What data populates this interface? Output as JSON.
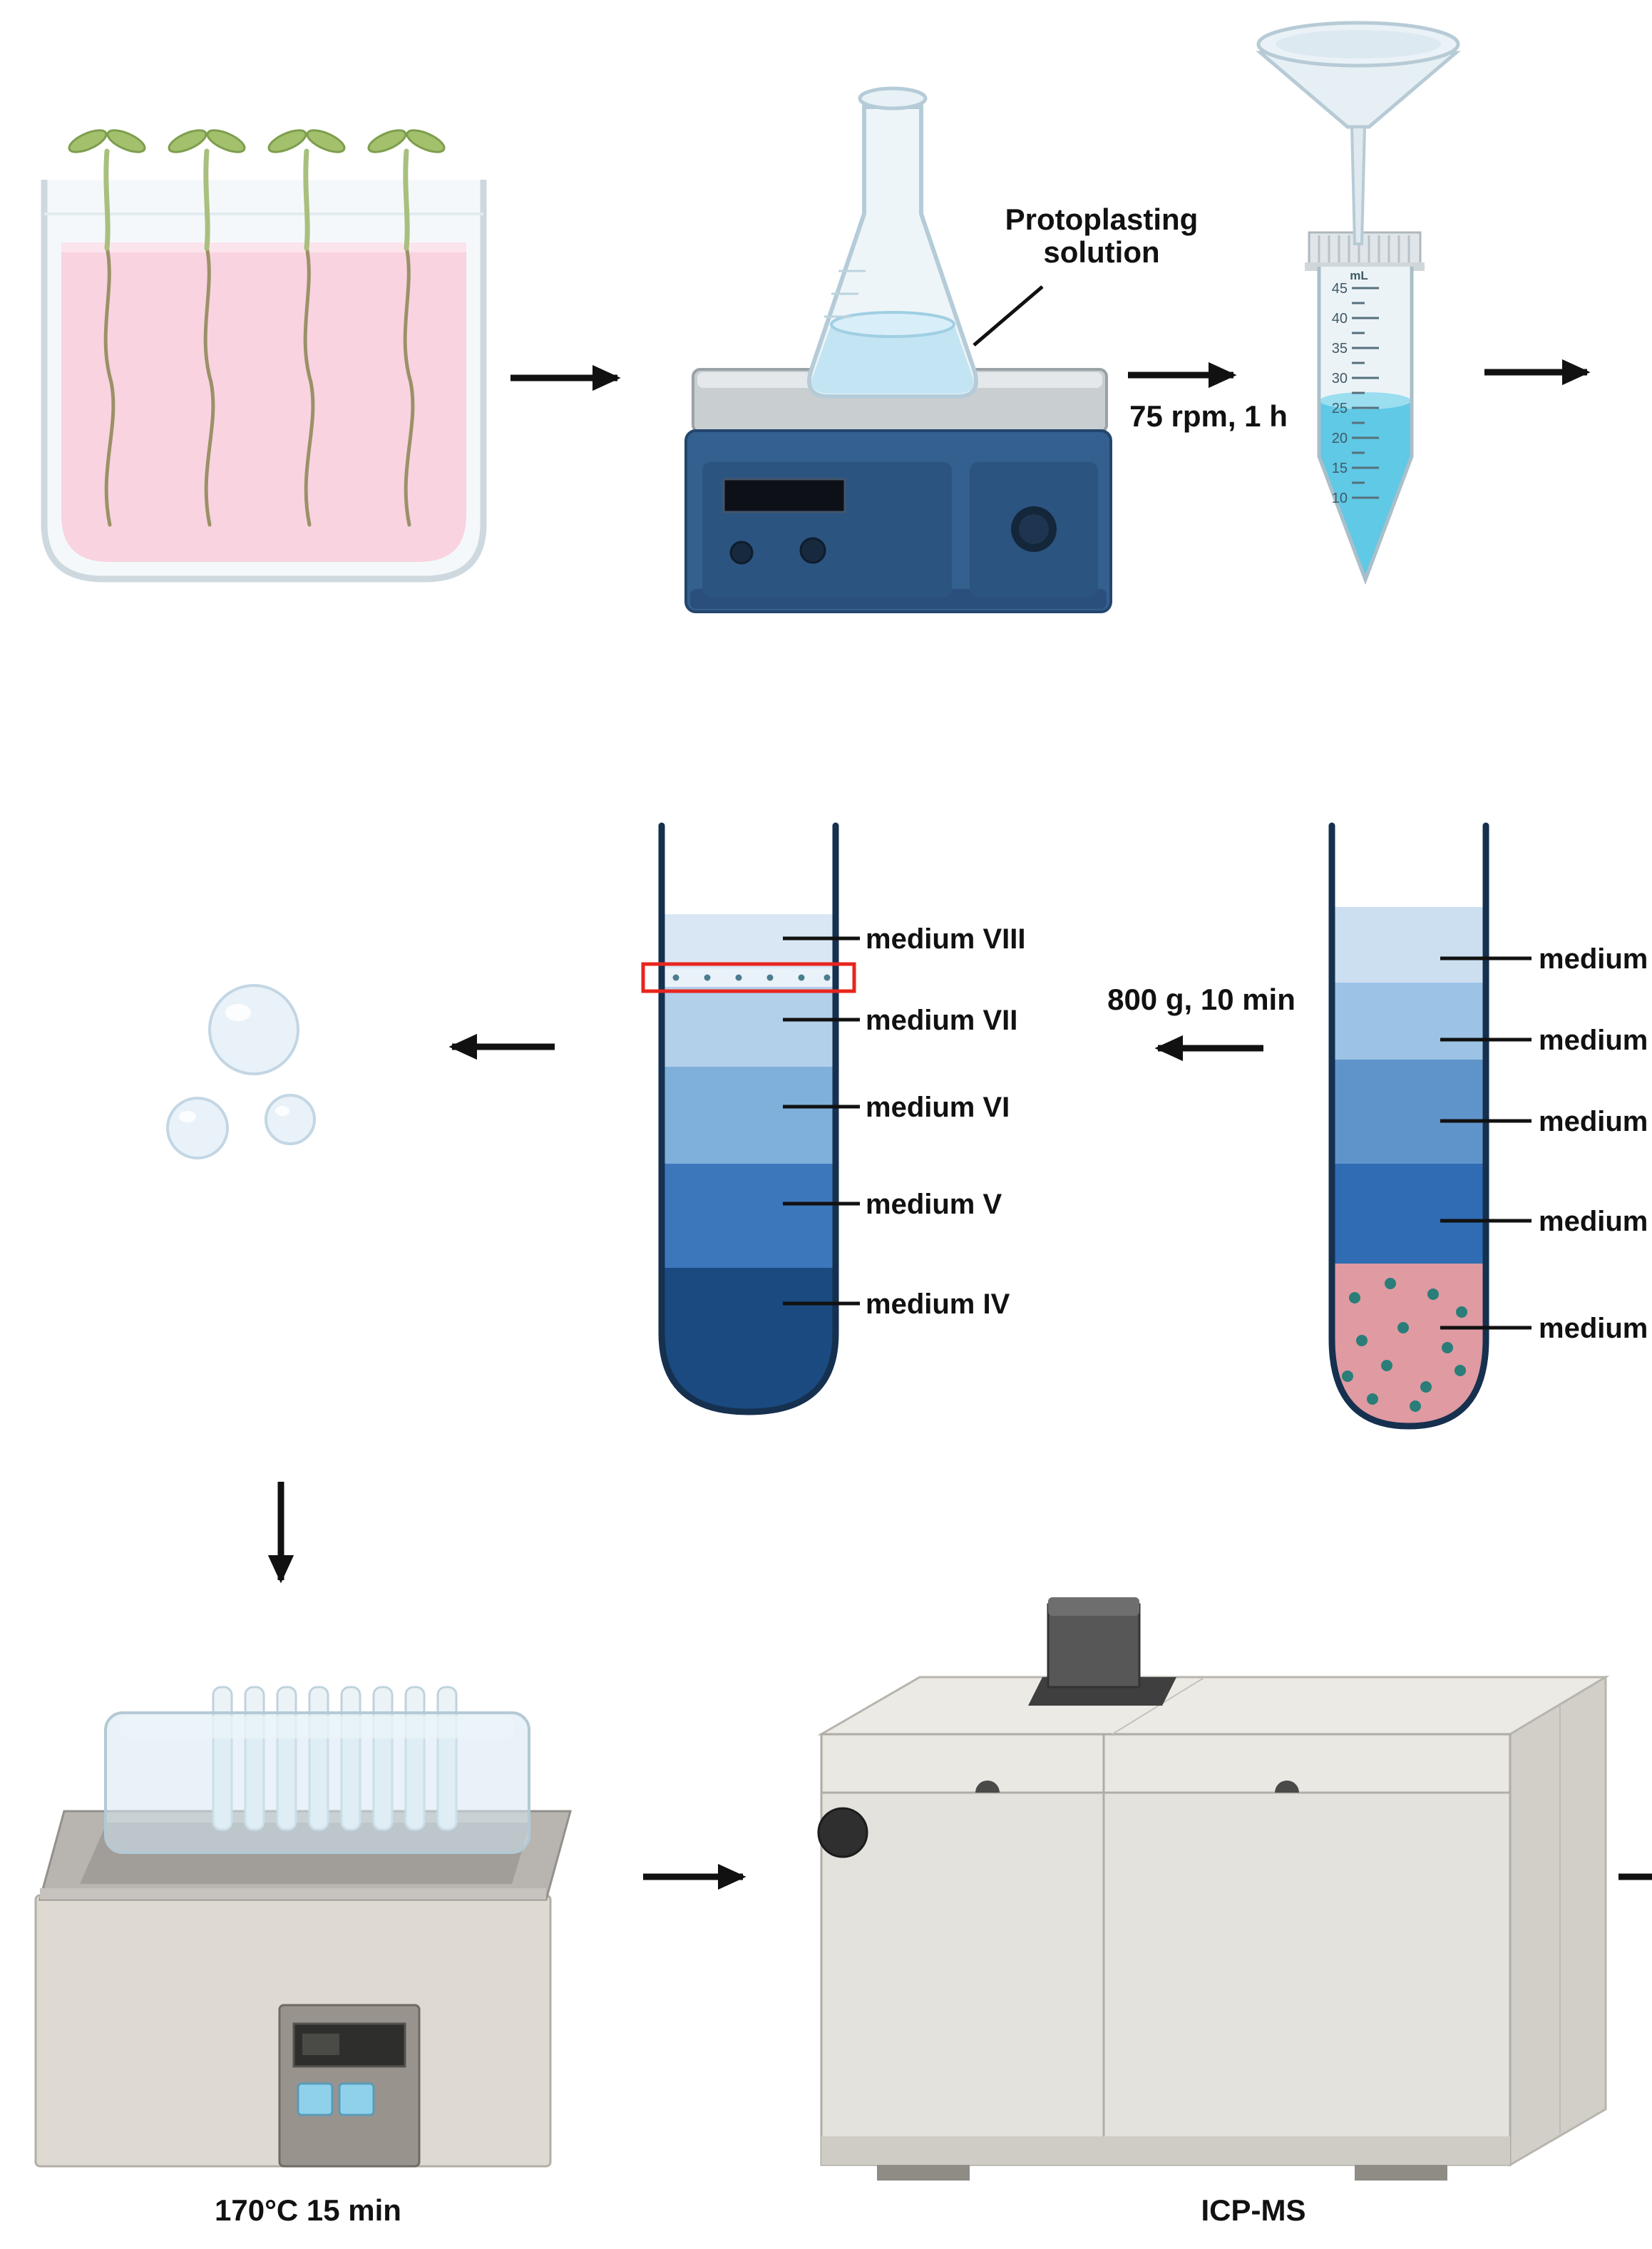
{
  "labels": {
    "protoplasting_line1": "Protoplasting",
    "protoplasting_line2": "solution",
    "shake_condition": "75 rpm, 1 h",
    "centrifuge_condition": "800 g, 10 min",
    "water_bath_condition": "170°C 15 min",
    "instrument": "ICP-MS"
  },
  "falcon_tube": {
    "unit": "mL",
    "graduations": [
      "45",
      "40",
      "35",
      "30",
      "25",
      "20",
      "15",
      "10"
    ]
  },
  "gradient_tube": {
    "labels": [
      "medium VIII",
      "medium VII",
      "medium VI",
      "medium V",
      "medium IV"
    ],
    "layer_colors": [
      "#d9e7f4",
      "#b3d0ea",
      "#7fafdb",
      "#3c77bb",
      "#1a4a80"
    ],
    "band_highlight_color": "#e8251d"
  },
  "pellet_tube": {
    "labels": [
      "medium",
      "medium",
      "medium",
      "medium",
      "medium"
    ],
    "layer_colors": [
      "#ccdff1",
      "#9cc3e5",
      "#5f94cb",
      "#2f6cb3"
    ],
    "pellet_color": "#df9aa2",
    "cell_color": "#2a7d78"
  },
  "colors": {
    "beaker_liquid": "#f9d3e0",
    "flask_liquid": "#c3e4f2",
    "falcon_liquid": "#5fc9e6",
    "stirrer_blue": "#33608f",
    "arrow": "#111111"
  }
}
